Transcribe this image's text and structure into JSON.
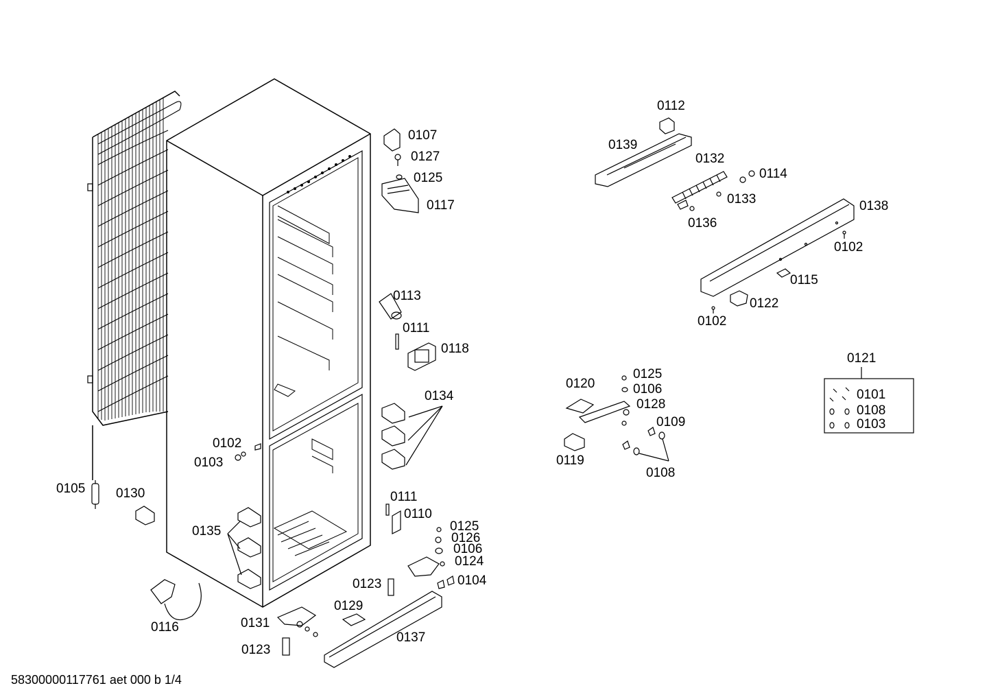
{
  "footer": "58300000117761 aet 000 b 1/4",
  "labels": {
    "l0107": "0107",
    "l0127": "0127",
    "l0125a": "0125",
    "l0117": "0117",
    "l0113": "0113",
    "l0111a": "0111",
    "l0118": "0118",
    "l0134": "0134",
    "l0102a": "0102",
    "l0103a": "0103",
    "l0105": "0105",
    "l0130": "0130",
    "l0135": "0135",
    "l0111b": "0111",
    "l0110": "0110",
    "l0125b": "0125",
    "l0126": "0126",
    "l0106a": "0106",
    "l0124": "0124",
    "l0104": "0104",
    "l0123a": "0123",
    "l0129": "0129",
    "l0131": "0131",
    "l0123b": "0123",
    "l0137": "0137",
    "l0116": "0116",
    "l0112": "0112",
    "l0139": "0139",
    "l0132": "0132",
    "l0114": "0114",
    "l0133": "0133",
    "l0136": "0136",
    "l0138": "0138",
    "l0102b": "0102",
    "l0115": "0115",
    "l0122": "0122",
    "l0102c": "0102",
    "l0121": "0121",
    "l0101": "0101",
    "l0108a": "0108",
    "l0103b": "0103",
    "l0120": "0120",
    "l0125c": "0125",
    "l0106b": "0106",
    "l0128": "0128",
    "l0109": "0109",
    "l0119": "0119",
    "l0108b": "0108"
  }
}
